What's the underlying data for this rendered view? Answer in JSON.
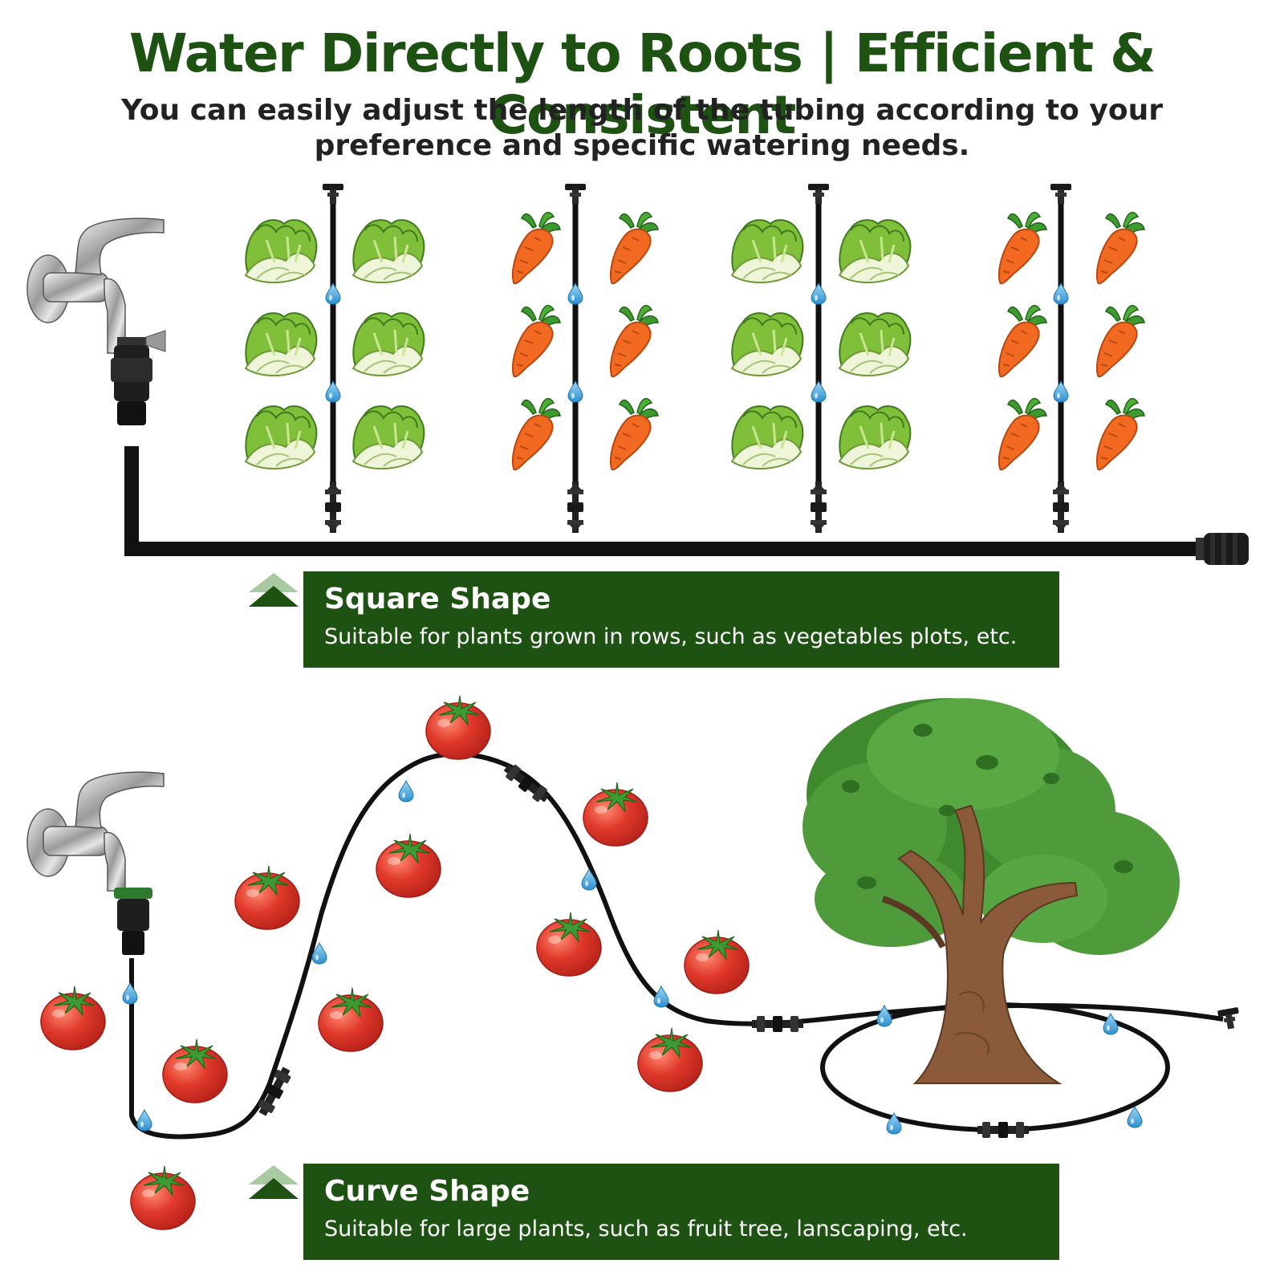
{
  "header": {
    "title": "Water Directly to Roots | Efficient & Consistent",
    "subtitle": "You can easily adjust the length of the tubing according to your preference and specific watering needs."
  },
  "square_section": {
    "title": "Square Shape",
    "description": "Suitable for plants grown in rows, such as vegetables plots, etc.",
    "crop_columns": [
      "cabbage",
      "carrot",
      "cabbage",
      "carrot"
    ]
  },
  "curve_section": {
    "title": "Curve Shape",
    "description": "Suitable for large plants, such as fruit tree, lanscaping, etc."
  },
  "icons": [
    "faucet-icon",
    "cabbage-icon",
    "carrot-icon",
    "tomato-icon",
    "tree-icon",
    "water-drop-icon",
    "connector-icon",
    "end-plug-icon",
    "up-arrow-icon"
  ],
  "colors": {
    "brand_green": "#1e5212",
    "tube": "#111111",
    "water": "#3aa6e0",
    "tomato": "#e0392b",
    "carrot": "#f26a21",
    "cabbage": "#9ccc4a",
    "tree_foliage": "#4f9a3a",
    "tree_trunk": "#8a5a3b"
  }
}
